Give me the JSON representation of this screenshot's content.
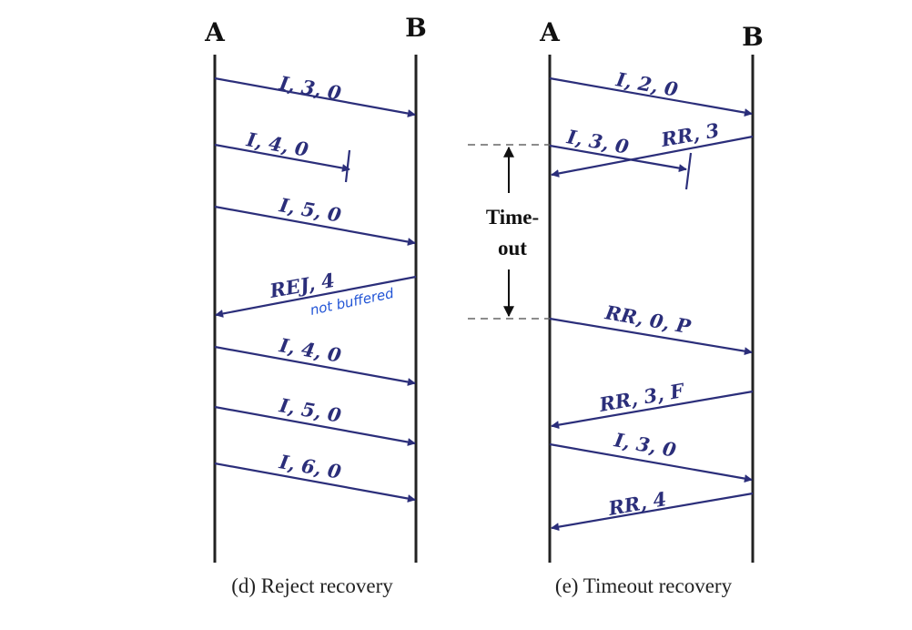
{
  "colors": {
    "arrow": "#2b2e7a",
    "note": "#2255d6",
    "timeline": "#222222"
  },
  "left_panel": {
    "station_a": "A",
    "station_b": "B",
    "caption": "(d) Reject recovery",
    "messages": [
      "I, 3, 0",
      "I, 4, 0",
      "I, 5, 0",
      "REJ, 4",
      "I, 4, 0",
      "I, 5, 0",
      "I, 6, 0"
    ],
    "note": "not buffered"
  },
  "right_panel": {
    "station_a": "A",
    "station_b": "B",
    "caption": "(e) Timeout recovery",
    "messages": [
      "I, 2, 0",
      "I, 3, 0",
      "RR, 3",
      "RR, 0, P",
      "RR, 3, F",
      "I, 3, 0",
      "RR, 4"
    ],
    "timeout_label": [
      "Time-",
      "out"
    ]
  }
}
